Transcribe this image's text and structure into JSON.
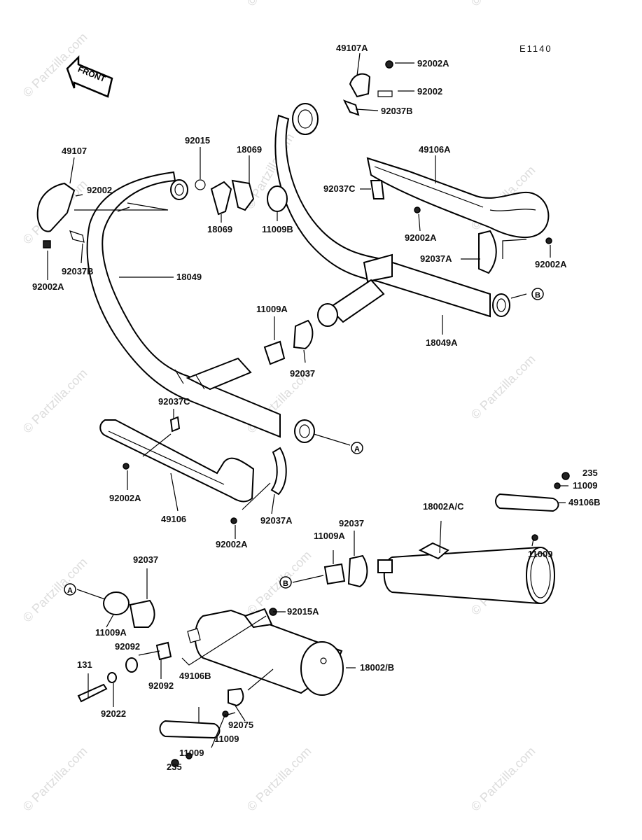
{
  "diagram_code": "E1140",
  "front_label": "FRONT",
  "watermark_text": "© Partzilla.com",
  "colors": {
    "ink": "#000000",
    "watermark": "#dcdcdc",
    "background": "#ffffff"
  },
  "callouts": {
    "a": "A",
    "b": "B"
  },
  "labels": {
    "p49107A": "49107A",
    "p92002A_top": "92002A",
    "p92002_top": "92002",
    "p92037B_top": "92037B",
    "p49107": "49107",
    "p92002_left": "92002",
    "p92037B_left": "92037B",
    "p92002A_left": "92002A",
    "p92015": "92015",
    "p18069_top": "18069",
    "p18069_bot": "18069",
    "p11009B": "11009B",
    "p18049": "18049",
    "p49106A": "49106A",
    "p92037C_right": "92037C",
    "p92002A_r1": "92002A",
    "p92037A_right": "92037A",
    "p92002A_r2": "92002A",
    "p11009A_mid": "11009A",
    "p92037_mid": "92037",
    "p18049A": "18049A",
    "p92037C_left": "92037C",
    "p92002A_heat": "92002A",
    "p49106": "49106",
    "p92037A_mid": "92037A",
    "p92002A_bot": "92002A",
    "p235_right": "235",
    "p11009_r1": "11009",
    "p49106B_right": "49106B",
    "p11009_r2": "11009",
    "p18002AC": "18002A/C",
    "p11009A_r": "11009A",
    "p92037_r": "92037",
    "p92037_l": "92037",
    "p11009A_l": "11009A",
    "p92015A": "92015A",
    "p92092_a": "92092",
    "p92092_b": "92092",
    "p18002B": "18002/B",
    "p131": "131",
    "p92022": "92022",
    "p49106B_left": "49106B",
    "p92075": "92075",
    "p11009_l1": "11009",
    "p11009_l2": "11009",
    "p235_left": "235"
  }
}
